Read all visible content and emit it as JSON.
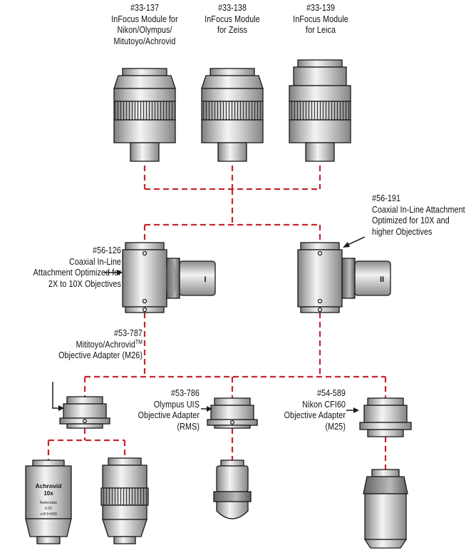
{
  "colors": {
    "connector": "#c4262e",
    "outline": "#1a1a1a",
    "metal_light": "#f2f2f2",
    "metal_mid": "#bdbdbd",
    "metal_dark": "#8a8a8a"
  },
  "modules": [
    {
      "part": "#33-137",
      "lines": [
        "InFocus Module for",
        "Nikon/Olympus/",
        "Mitutoyo/Achrovid"
      ]
    },
    {
      "part": "#33-138",
      "lines": [
        "InFocus Module",
        "for Zeiss"
      ]
    },
    {
      "part": "#33-139",
      "lines": [
        "InFocus Module",
        "for Leica"
      ]
    }
  ],
  "attachments": [
    {
      "part": "#56-126",
      "lines": [
        "Coaxial In-Line",
        "Attachment Optimized for",
        "2X to 10X Objectives"
      ],
      "mark": "I"
    },
    {
      "part": "#56-191",
      "lines": [
        "Coaxial In-Line Attachment",
        "Optimized for 10X and",
        "higher Objectives"
      ],
      "mark": "II"
    }
  ],
  "adapters": [
    {
      "part": "#53-787",
      "lines": [
        "Mititoyo/Achrovid",
        "Objective Adapter (M26)"
      ],
      "superscript": "TM"
    },
    {
      "part": "#53-786",
      "lines": [
        "Olympus UIS",
        "Objective Adapter",
        "(RMS)"
      ]
    },
    {
      "part": "#54-589",
      "lines": [
        "Nikon CFI60",
        "Objective Adapter",
        "(M25)"
      ]
    }
  ],
  "objective_print": [
    "Achrovid",
    "10x",
    "Nelecolan",
    "0.21",
    "∞/0 f=200"
  ]
}
